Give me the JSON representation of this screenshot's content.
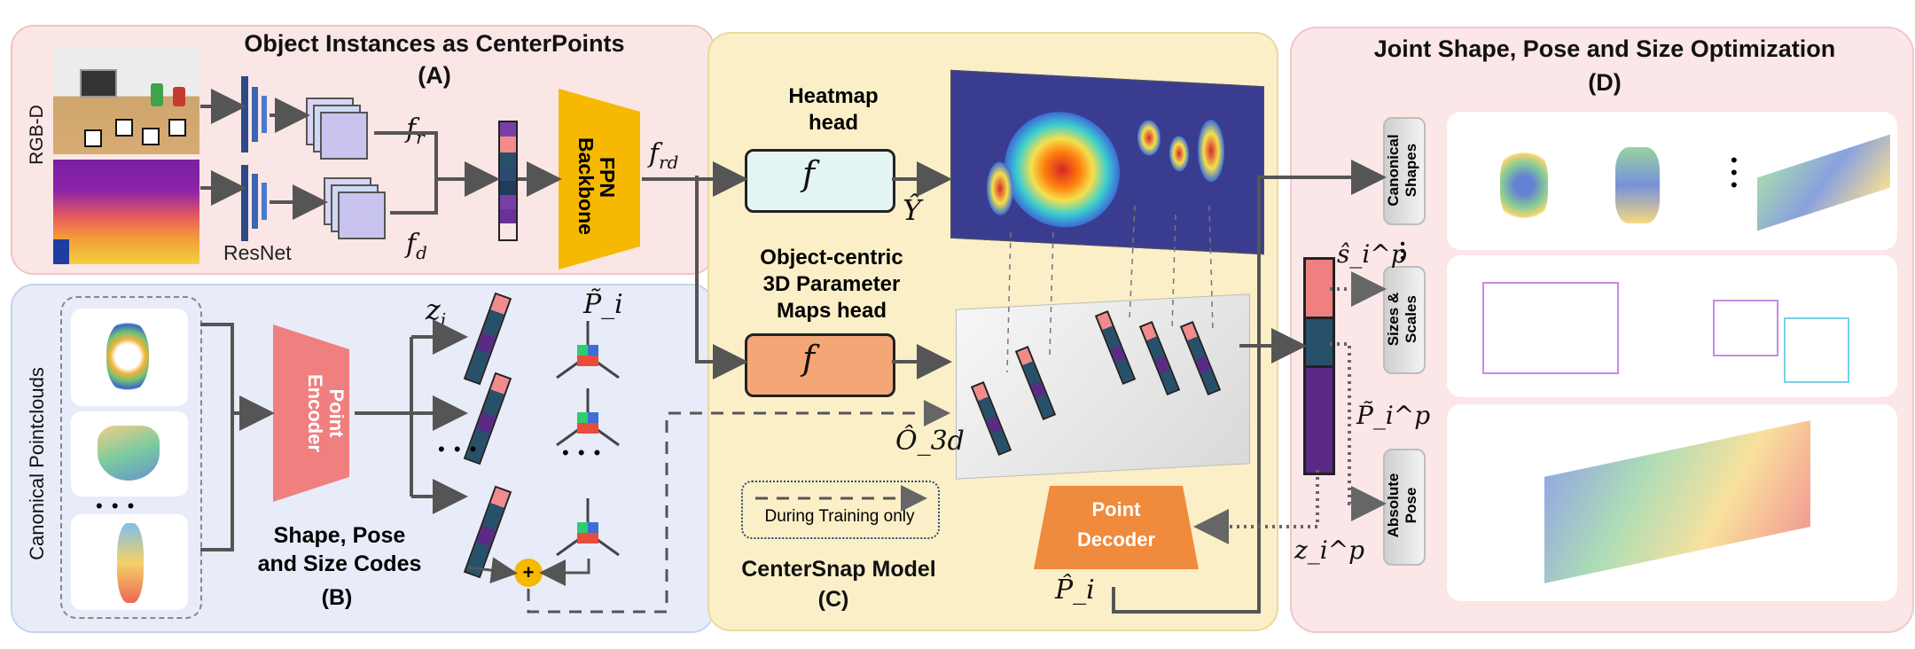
{
  "panelA": {
    "title": "Object Instances as CenterPoints",
    "tag": "(A)",
    "side_label": "RGB-D",
    "resnet_label": "ResNet",
    "backbone_label": "FPN\nBackbone",
    "f_r": "f_r",
    "f_d": "f_d",
    "f_rd": "f_rd"
  },
  "panelB": {
    "side_label": "Canonical Pointclouds",
    "encoder_label": "Point\nEncoder",
    "codes_label": "Shape, Pose\nand Size Codes",
    "tag": "(B)",
    "z_i": "z_i",
    "p_i": "P̃_i",
    "dots": "• • •",
    "ellipsis": "• • •",
    "plus": "+"
  },
  "panelC": {
    "heatmap_head": "Heatmap\nhead",
    "param_head": "Object-centric\n3D Parameter\nMaps head",
    "f_symbol": "f",
    "y_hat": "Ŷ",
    "o3d_hat": "Ô_3d",
    "legend": "During Training only",
    "model_label": "CenterSnap Model",
    "tag": "(C)",
    "decoder_label": "Point\nDecoder",
    "p_hat": "P̂_i"
  },
  "panelD": {
    "title": "Joint Shape, Pose and Size Optimization",
    "tag": "(D)",
    "row1": "Canonical\nShapes",
    "row2": "Sizes &\nScales",
    "row3": "Absolute\nPose",
    "s_hat": "ŝ_i^p",
    "p_tilde": "P̃_i^p",
    "z_p": "z_i^p",
    "vdots": "• • •"
  },
  "colors": {
    "pink": "#f08080",
    "teal": "#27506b",
    "purple": "#5b2a86",
    "gold": "#f2b705",
    "orange": "#f08a3c",
    "heat_box": "#e3f4f4",
    "param_box": "#f5a676"
  }
}
